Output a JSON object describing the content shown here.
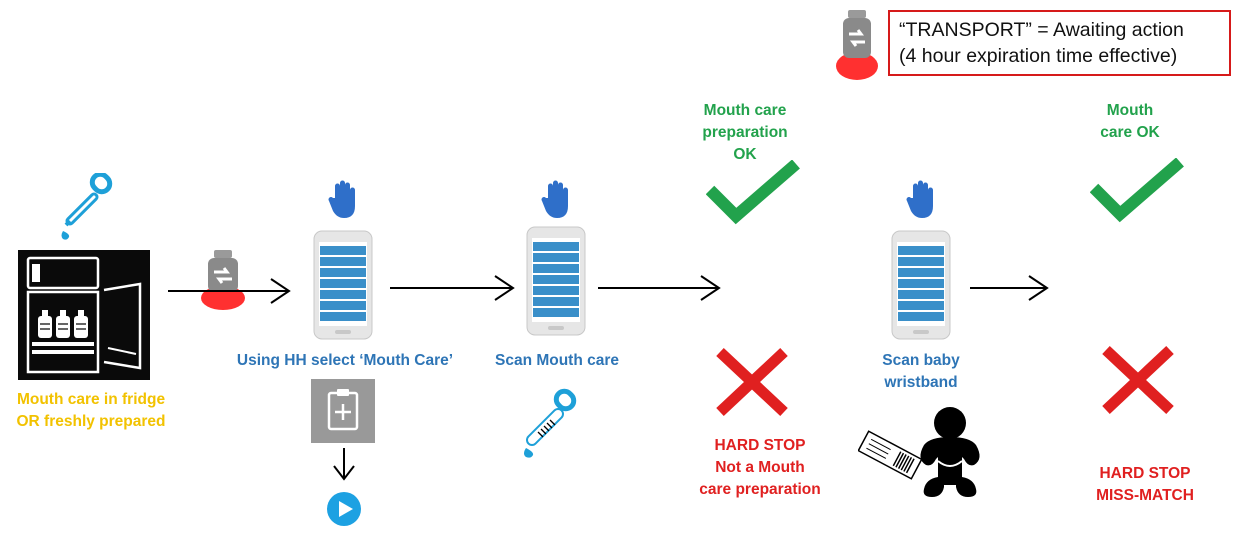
{
  "legend": {
    "line1": "“TRANSPORT” = Awaiting action",
    "line2": "(4 hour expiration time effective)",
    "icon": "transport-bottle-icon"
  },
  "steps": {
    "fridge": {
      "line1": "Mouth care in fridge",
      "line2": "OR freshly prepared",
      "icon": "fridge-bottles-icon"
    },
    "select": {
      "label": "Using HH select ‘Mouth Care’",
      "icon": "handheld-device-icon"
    },
    "scan_care": {
      "label": "Scan Mouth care",
      "icon": "handheld-device-icon"
    },
    "scan_baby": {
      "line1": "Scan baby",
      "line2": "wristband",
      "icon": "handheld-device-icon"
    }
  },
  "outcomes": {
    "prep_ok": {
      "line1": "Mouth care",
      "line2": "preparation",
      "line3": "OK",
      "icon": "checkmark-icon"
    },
    "prep_fail": {
      "line1": "HARD STOP",
      "line2": "Not a Mouth",
      "line3": "care preparation",
      "icon": "cross-icon"
    },
    "final_ok": {
      "line1": "Mouth",
      "line2": "care OK",
      "icon": "checkmark-icon"
    },
    "final_fail": {
      "line1": "HARD STOP",
      "line2": "MISS-MATCH",
      "icon": "cross-icon"
    }
  },
  "colors": {
    "blue": "#2e75b6",
    "green": "#22a24c",
    "red": "#e02020",
    "yellow": "#f2c200",
    "legend_border": "#d61a1a",
    "phone_list": "#3a8fc9"
  }
}
